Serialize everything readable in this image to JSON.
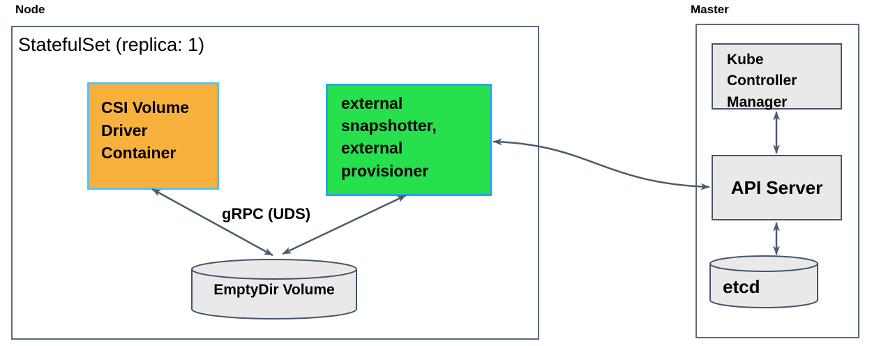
{
  "node": {
    "label": "Node",
    "statefulset_title": "StatefulSet (replica: 1)",
    "csi_driver_label": "CSI Volume\nDriver\nContainer",
    "sidecar_label": "external\nsnapshotter,\nexternal\nprovisioner",
    "grpc_label": "gRPC (UDS)",
    "emptydir_label": "EmptyDir Volume"
  },
  "master": {
    "label": "Master",
    "controller_manager_label": "Kube\nController\nManager",
    "api_server_label": "API Server",
    "etcd_label": "etcd"
  },
  "connections": [
    {
      "from": "csi-volume-driver-container",
      "to": "emptydir-volume",
      "bidirectional": true,
      "label": "gRPC (UDS)"
    },
    {
      "from": "external-snapshotter-provisioner",
      "to": "emptydir-volume",
      "bidirectional": true,
      "label": "gRPC (UDS)"
    },
    {
      "from": "external-snapshotter-provisioner",
      "to": "api-server",
      "bidirectional": true,
      "label": ""
    },
    {
      "from": "kube-controller-manager",
      "to": "api-server",
      "bidirectional": true,
      "label": ""
    },
    {
      "from": "api-server",
      "to": "etcd",
      "bidirectional": true,
      "label": ""
    }
  ],
  "colors": {
    "csi_fill": "#f8b13d",
    "csi_border": "#55c3f1",
    "sidecar_fill": "#27e04d",
    "sidecar_border": "#24a7ea",
    "shape_fill": "#e9e9e9",
    "shape_border": "#44546a",
    "outer_border": "#5a6b7c",
    "arrow_color": "#4a5b6e"
  }
}
